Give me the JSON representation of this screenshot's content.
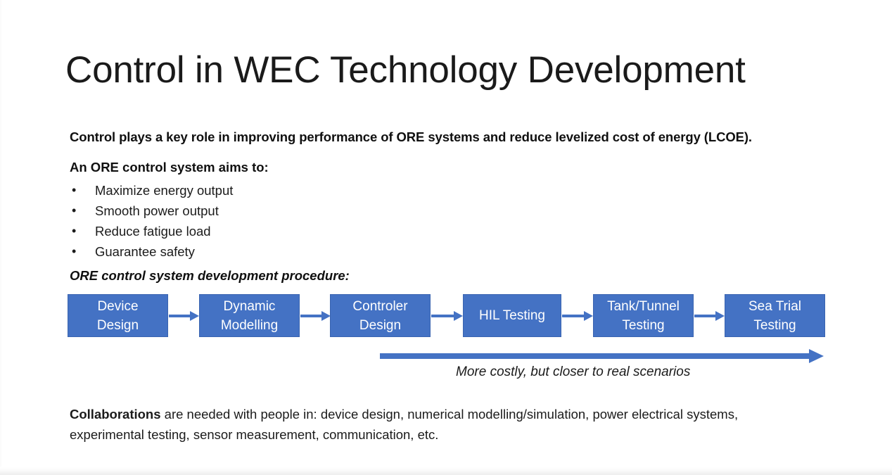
{
  "slide": {
    "title": "Control in WEC Technology Development",
    "lead_statement": "Control plays a key role in improving performance of ORE systems and reduce levelized cost of energy (LCOE).",
    "aims_heading": "An ORE control system aims to:",
    "aims": [
      "Maximize energy output",
      "Smooth power output",
      "Reduce fatigue load",
      "Guarantee safety"
    ],
    "bullet_glyph": "•",
    "procedure_heading": "ORE control system development procedure:",
    "process_steps": [
      {
        "line1": "Device",
        "line2": "Design"
      },
      {
        "line1": "Dynamic",
        "line2": "Modelling"
      },
      {
        "line1": "Controler",
        "line2": "Design"
      },
      {
        "line1": "HIL Testing",
        "line2": ""
      },
      {
        "line1": "Tank/Tunnel",
        "line2": "Testing"
      },
      {
        "line1": "Sea Trial",
        "line2": "Testing"
      }
    ],
    "arrow_caption": "More costly, but closer to real scenarios",
    "collaboration_bold": "Collaborations",
    "collaboration_rest": " are needed with people in: device design, numerical modelling/simulation, power electrical systems, experimental testing, sensor measurement, communication, etc.",
    "colors": {
      "box_fill": "#4472C4",
      "box_border": "#3a64b0",
      "arrow": "#4472C4",
      "text": "#1b1b1b",
      "title_text": "#1a1a1a",
      "background": "#ffffff"
    }
  }
}
